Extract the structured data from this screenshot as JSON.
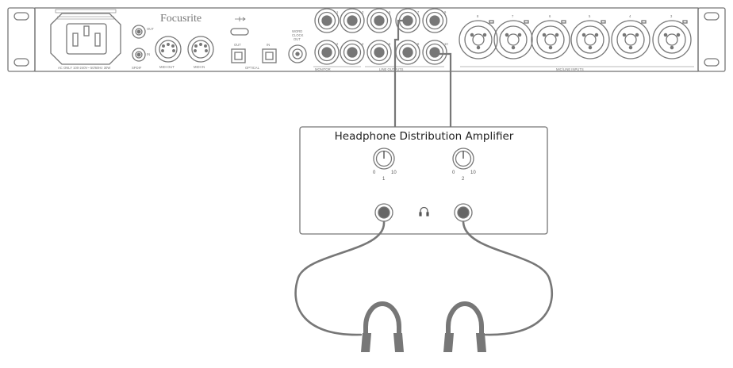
{
  "interface": {
    "brand": "Focusrite",
    "power_label": "AC ONLY 100-240V~ 50/60Hz 30W",
    "spdif_out": "OUT",
    "spdif_in": "IN",
    "spdif": "SPDIF",
    "midi_out": "MIDI OUT",
    "midi_in": "MIDI IN",
    "optical_out": "OUT",
    "optical_in": "IN",
    "optical": "OPTICAL",
    "word_clock": [
      "WORD",
      "CLOCK",
      "OUT"
    ],
    "monitor": "MONITOR",
    "line_outputs": "LINE OUTPUTS",
    "mic_line_inputs": "MIC/LINE INPUTS",
    "jack_numbers_top": [
      "1",
      "3",
      "5",
      "7",
      "9"
    ],
    "jack_numbers_bottom": [
      "2",
      "4",
      "6",
      "8",
      "10"
    ],
    "xlr_numbers": [
      "8",
      "7",
      "6",
      "5",
      "4",
      "3"
    ]
  },
  "amplifier": {
    "title": "Headphone Distribution Amplifier",
    "knob1": {
      "min": "0",
      "max": "10",
      "channel": "1"
    },
    "knob2": {
      "min": "0",
      "max": "10",
      "channel": "2"
    },
    "headphone_symbol": "headphone-icon"
  },
  "colors": {
    "line": "#777777",
    "cable": "#777777",
    "text": "#222222"
  }
}
